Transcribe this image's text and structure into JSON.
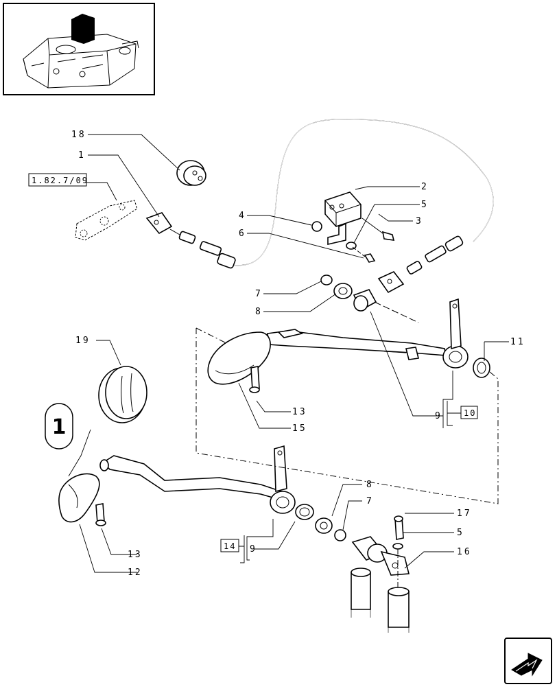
{
  "callouts": {
    "c18": "18",
    "c1": "1",
    "c4": "4",
    "c6": "6",
    "c2": "2",
    "c5a": "5",
    "c3": "3",
    "c7a": "7",
    "c8a": "8",
    "c11": "11",
    "c19": "19",
    "c13a": "13",
    "c15": "15",
    "c9a": "9",
    "c8b": "8",
    "c7b": "7",
    "c17": "17",
    "c5b": "5",
    "c16": "16",
    "c13b": "13",
    "c12": "12",
    "c9b": "9"
  },
  "references": {
    "ref_top": "1.82.7/09",
    "ref_10": "10",
    "ref_14": "14"
  },
  "view_marker": "1",
  "icons": {
    "thumbnail": "tractor-hitch-thumbnail",
    "next": "next-page-arrow-icon"
  }
}
